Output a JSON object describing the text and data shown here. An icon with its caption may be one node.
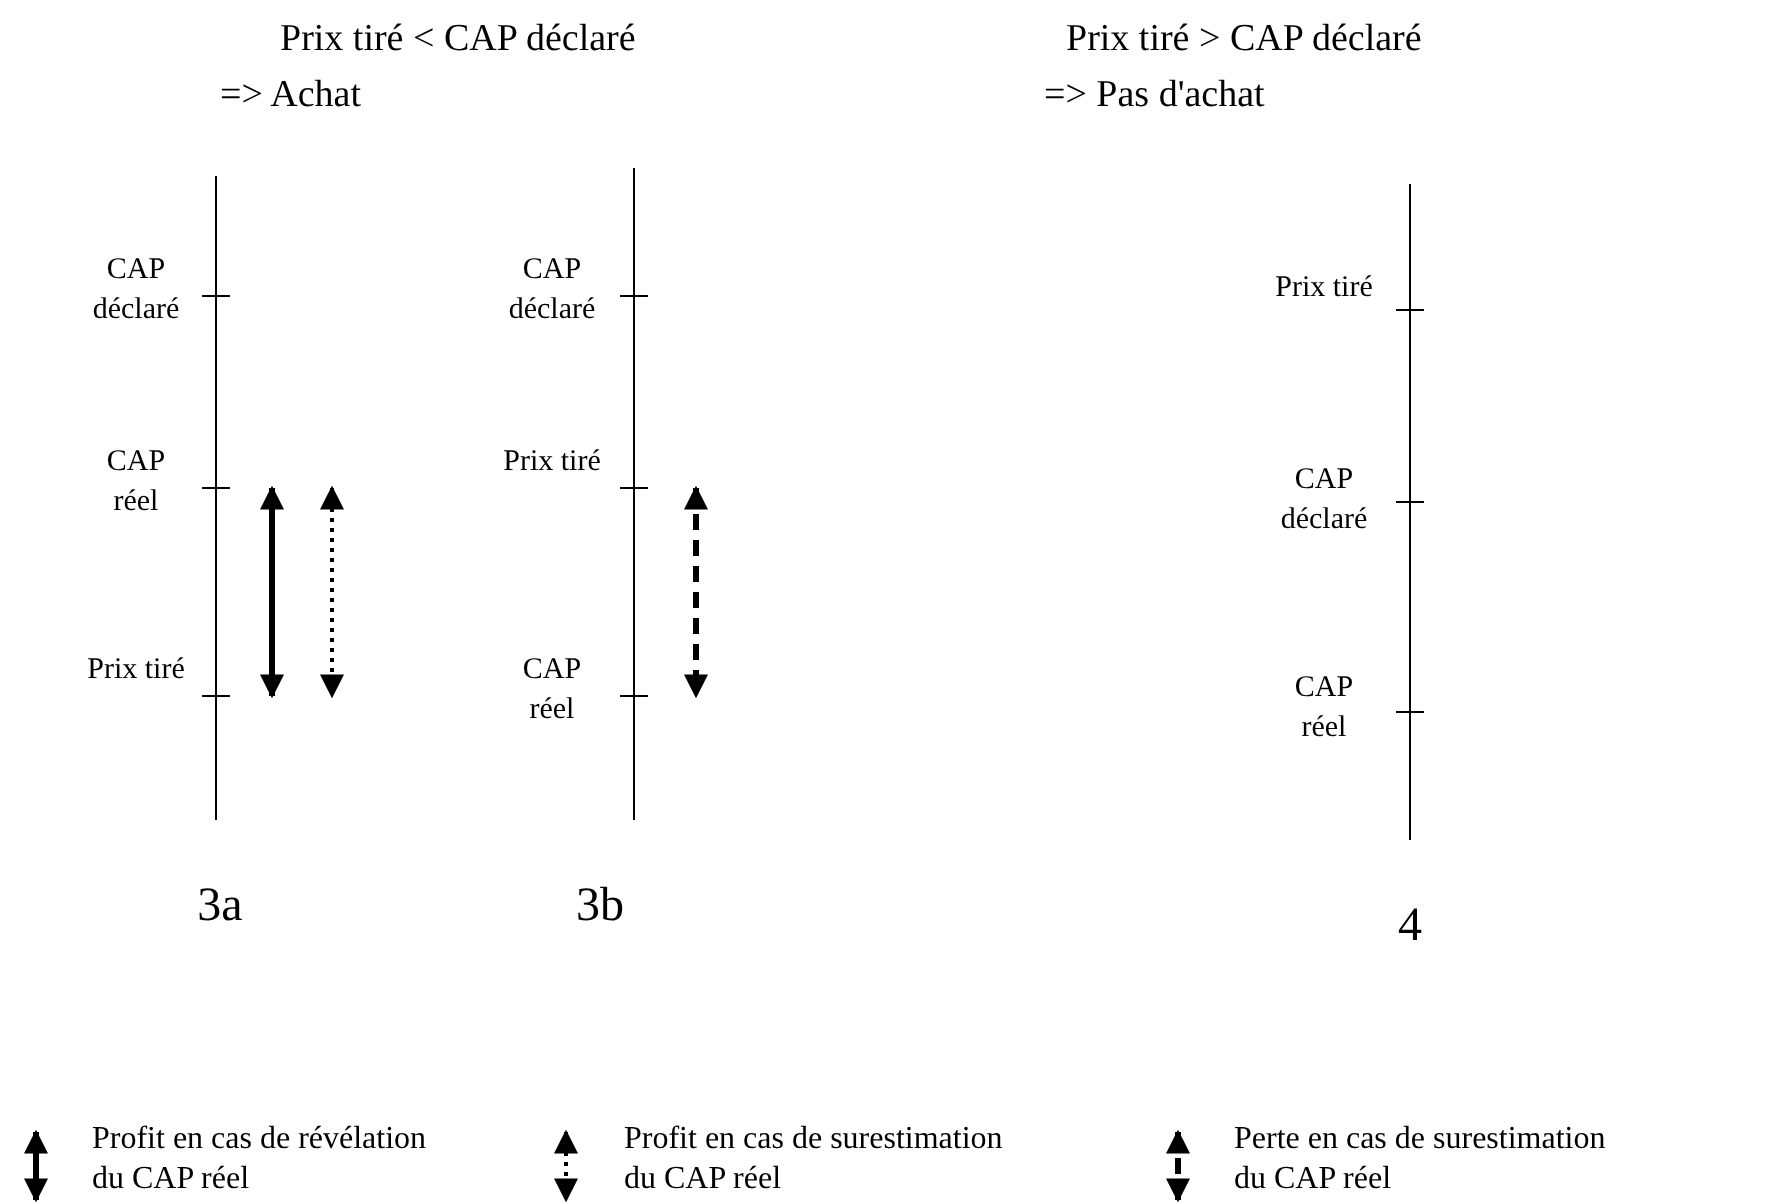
{
  "diagram": {
    "labels": [
      "Prix tiré < CAP déclaré",
      "=> Achat",
      "Prix tiré > CAP déclaré",
      "=> Pas d'achat",
      "CAP déclaré",
      "CAP réel",
      "Prix tiré",
      "CAP déclaré",
      "Prix tiré",
      "CAP réel",
      "Prix tiré",
      "CAP déclaré",
      "CAP réel",
      "3a",
      "3b",
      "4"
    ],
    "legend": [
      {
        "text": "Profit en cas de révélation du CAP réel"
      },
      {
        "text": "Profit en cas de surestimation du CAP réel"
      },
      {
        "text": "Perte en cas de surestimation du CAP réel"
      }
    ]
  }
}
